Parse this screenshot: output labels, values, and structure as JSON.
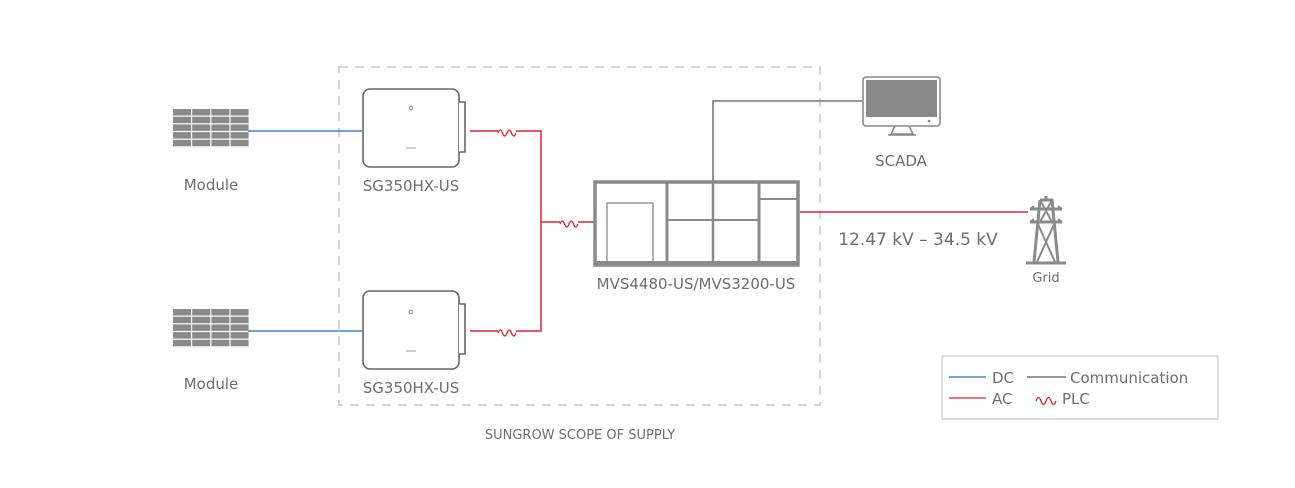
{
  "colors": {
    "dc": "#1a6fc4",
    "ac": "#e3202a",
    "communication": "#5a5a5a",
    "scope_border": "#bdbdbd",
    "device_gray": "#8a8a8a",
    "label_gray": "#6e6e6e"
  },
  "nodes": {
    "module_top": {
      "label": "Module",
      "icon": "solar-panel-icon"
    },
    "module_bottom": {
      "label": "Module",
      "icon": "solar-panel-icon"
    },
    "inverter_top": {
      "label": "SG350HX-US",
      "icon": "inverter-icon"
    },
    "inverter_bottom": {
      "label": "SG350HX-US",
      "icon": "inverter-icon"
    },
    "mvs": {
      "label": "MVS4480-US/MVS3200-US",
      "icon": "mv-station-icon"
    },
    "scada": {
      "label": "SCADA",
      "icon": "monitor-icon"
    },
    "grid": {
      "label": "Grid",
      "icon": "transmission-tower-icon"
    }
  },
  "voltage_label": "12.47 kV – 34.5 kV",
  "scope_label": "SUNGROW SCOPE OF SUPPLY",
  "legend": {
    "items": [
      {
        "key": "dc",
        "label": "DC",
        "style": "line"
      },
      {
        "key": "communication",
        "label": "Communication",
        "style": "line"
      },
      {
        "key": "ac",
        "label": "AC",
        "style": "line"
      },
      {
        "key": "plc",
        "label": "PLC",
        "style": "wave"
      }
    ]
  },
  "connections": [
    {
      "from": "module_top",
      "to": "inverter_top",
      "type": "dc"
    },
    {
      "from": "module_bottom",
      "to": "inverter_bottom",
      "type": "dc"
    },
    {
      "from": "inverter_top",
      "to": "mvs",
      "type": "ac",
      "plc": true
    },
    {
      "from": "inverter_bottom",
      "to": "mvs",
      "type": "ac",
      "plc": true
    },
    {
      "from": "mvs",
      "to": "scada",
      "type": "communication"
    },
    {
      "from": "mvs",
      "to": "grid",
      "type": "ac"
    }
  ]
}
